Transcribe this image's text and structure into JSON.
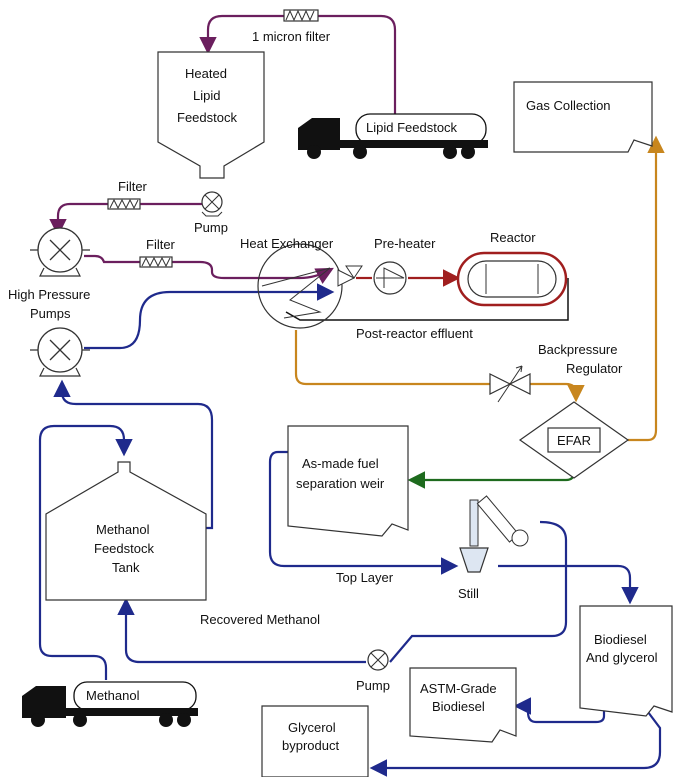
{
  "colors": {
    "purple": "#6b1f5e",
    "blue": "#1f2a8c",
    "orange": "#c8861e",
    "green": "#1e6b1e",
    "red": "#a01e1e",
    "black": "#111111"
  },
  "labels": {
    "micron_filter": "1 micron filter",
    "heated_line1": "Heated",
    "heated_line2": "Lipid",
    "heated_line3": "Feedstock",
    "lipid_truck": "Lipid Feedstock",
    "gas_collection": "Gas Collection",
    "filter_top": "Filter",
    "pump_top": "Pump",
    "filter_mid": "Filter",
    "heat_exchanger": "Heat Exchanger",
    "pre_heater": "Pre-heater",
    "reactor": "Reactor",
    "hp_pumps_line1": "High Pressure",
    "hp_pumps_line2": "Pumps",
    "post_reactor": "Post-reactor effluent",
    "backpressure_line1": "Backpressure",
    "backpressure_line2": "Regulator",
    "efar": "EFAR",
    "weir_line1": "As-made fuel",
    "weir_line2": "separation weir",
    "tank_line1": "Methanol",
    "tank_line2": "Feedstock",
    "tank_line3": "Tank",
    "top_layer": "Top Layer",
    "still": "Still",
    "recovered_methanol": "Recovered Methanol",
    "pump_bottom": "Pump",
    "methanol_truck": "Methanol",
    "biodiesel_line1": "Biodiesel",
    "biodiesel_line2": "And glycerol",
    "astm_line1": "ASTM-Grade",
    "astm_line2": "Biodiesel",
    "glycerol_line1": "Glycerol",
    "glycerol_line2": "byproduct"
  }
}
